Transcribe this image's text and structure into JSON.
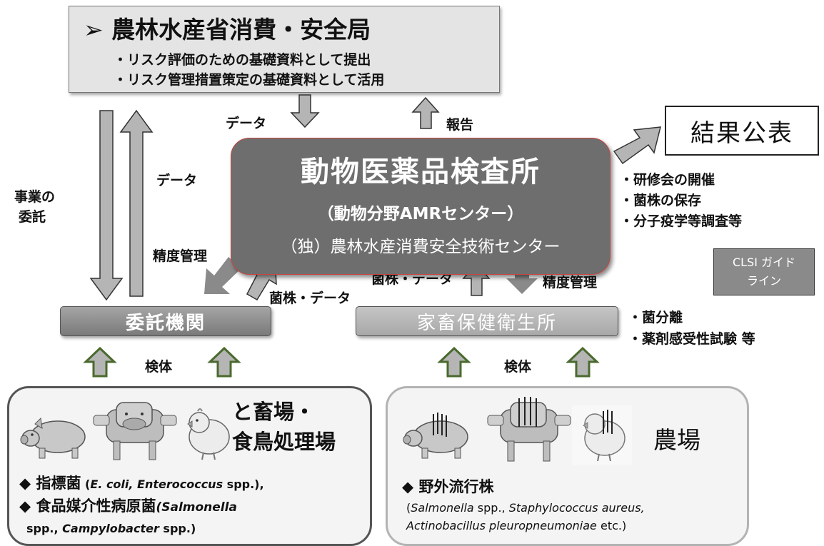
{
  "ministry": {
    "title": "➢ 農林水産省消費・安全局",
    "line1": "・リスク評価のための基礎資料として提出",
    "line2": "・リスク管理措置策定の基礎資料として活用"
  },
  "flow_labels": {
    "data_to_ministry": "データ",
    "report": "報告",
    "data_left": "データ",
    "commission": [
      "事業の",
      "委託"
    ],
    "quality_left": "精度管理",
    "strain_data_left": "菌株・データ",
    "strain_data_right": "菌株・データ",
    "quality_right": "精度管理",
    "specimen_left": "検体",
    "specimen_right": "検体"
  },
  "center": {
    "title": "動物医薬品検査所",
    "subtitle": "（動物分野AMRセンター）",
    "subtitle2": "（独）農林水産消費安全技術センター"
  },
  "publish": {
    "label": "結果公表"
  },
  "center_activities": [
    "・研修会の開催",
    "・菌株の保存",
    "・分子疫学等調査等"
  ],
  "clsi": {
    "line1": "CLSI ガイド",
    "line2": "ライン"
  },
  "institutions": {
    "left": "委託機関",
    "right": "家畜保健衛生所"
  },
  "lab_activities": [
    "・菌分離",
    "・薬剤感受性試験 等"
  ],
  "slaughter": {
    "title_line1": "と畜場・",
    "title_line2": "食鳥処理場",
    "bullet1_label": "◆ 指標菌",
    "bullet1_detail_pre": " (",
    "bullet1_detail_italic": "E. coli, Enterococcus",
    "bullet1_detail_post": " spp.),",
    "bullet2_label": "◆ 食品媒介性病原菌",
    "bullet2_italic": "(Salmonella",
    "bullet2_line2_pre": "spp., ",
    "bullet2_line2_italic": "Campylobacter",
    "bullet2_line2_post": "  spp.)"
  },
  "farm": {
    "title": "農場",
    "bullet": "◆ 野外流行株",
    "line1_pre": "(",
    "line1_i1": "Salmonella",
    "line1_mid": " spp., ",
    "line1_i2": "Staphylococcus aureus,",
    "line2_i": "Actinobacillus pleuropneumoniae",
    "line2_post": " etc.)"
  },
  "colors": {
    "arrow_gray": "#b5b5b5",
    "arrow_green_stroke": "#4a6a2e",
    "center_fill": "#6e6e6e",
    "center_border": "#c9463d"
  }
}
